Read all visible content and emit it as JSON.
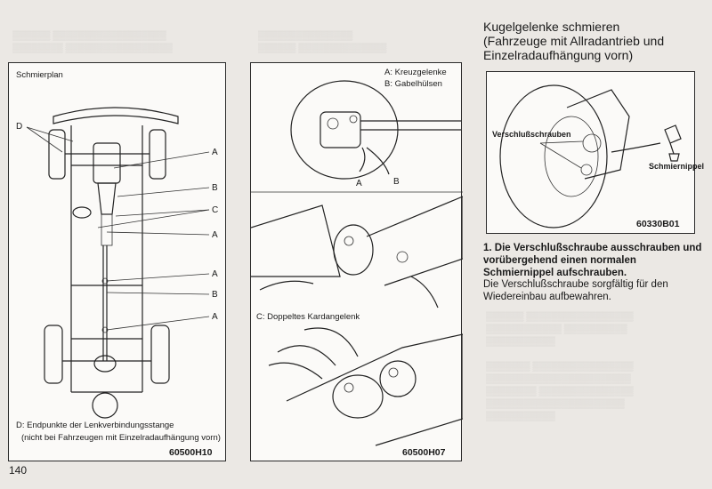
{
  "page_number": "140",
  "panel_a": {
    "title": "Schmierplan",
    "labels": [
      "D",
      "A",
      "B",
      "C",
      "A",
      "A",
      "B",
      "A"
    ],
    "caption_line1": "D: Endpunkte der Lenkverbindungsstange",
    "caption_line2": "(nicht bei Fahrzeugen mit Einzelradaufhängung vorn)",
    "figure_code": "60500H10"
  },
  "panel_b": {
    "legend_a": "A: Kreuzgelenke",
    "legend_b": "B: Gabelhülsen",
    "pointer_a": "A",
    "pointer_b": "B",
    "caption_c": "C: Doppeltes Kardangelenk",
    "figure_code": "60500H07"
  },
  "panel_c": {
    "label_plug": "Verschlußschrauben",
    "label_nipple": "Schmiernippel",
    "figure_code": "60330B01"
  },
  "section": {
    "title_line1": "Kugelgelenke schmieren",
    "title_line2": "(Fahrzeuge mit Allradantrieb und",
    "title_line3": "Einzelradaufhängung vorn)",
    "step1": "1. Die Verschlußschraube ausschrauben und vorübergehend einen normalen Schmiernippel aufschrauben.",
    "note": "Die Verschlußschraube sorgfältig für den Wiedereinbau aufbewahren."
  }
}
